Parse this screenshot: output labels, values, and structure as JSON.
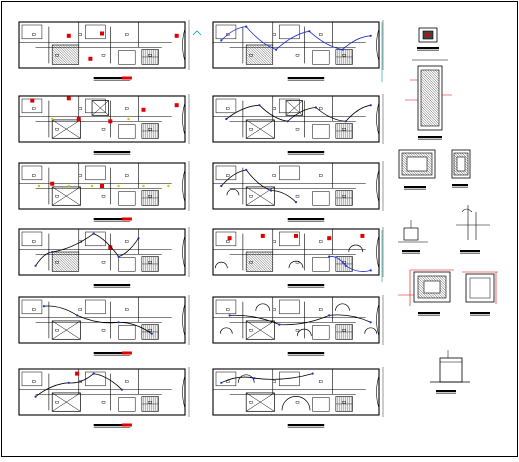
{
  "drawing": {
    "sheet_type": "architectural floor plan sheet (electrical / plumbing layouts)",
    "left_column_plans": 6,
    "middle_column_plans": 6,
    "detail_groups": [
      "meter-box-detail",
      "panel-elevation-detail",
      "pipe-riser-detail",
      "tank-plan-detail",
      "section-detail"
    ],
    "colors": {
      "linework": "#000000",
      "highlight": "#e00000",
      "wiring": "#1a2fd0",
      "device": "#e0c000",
      "accent": "#00a0a0"
    }
  }
}
